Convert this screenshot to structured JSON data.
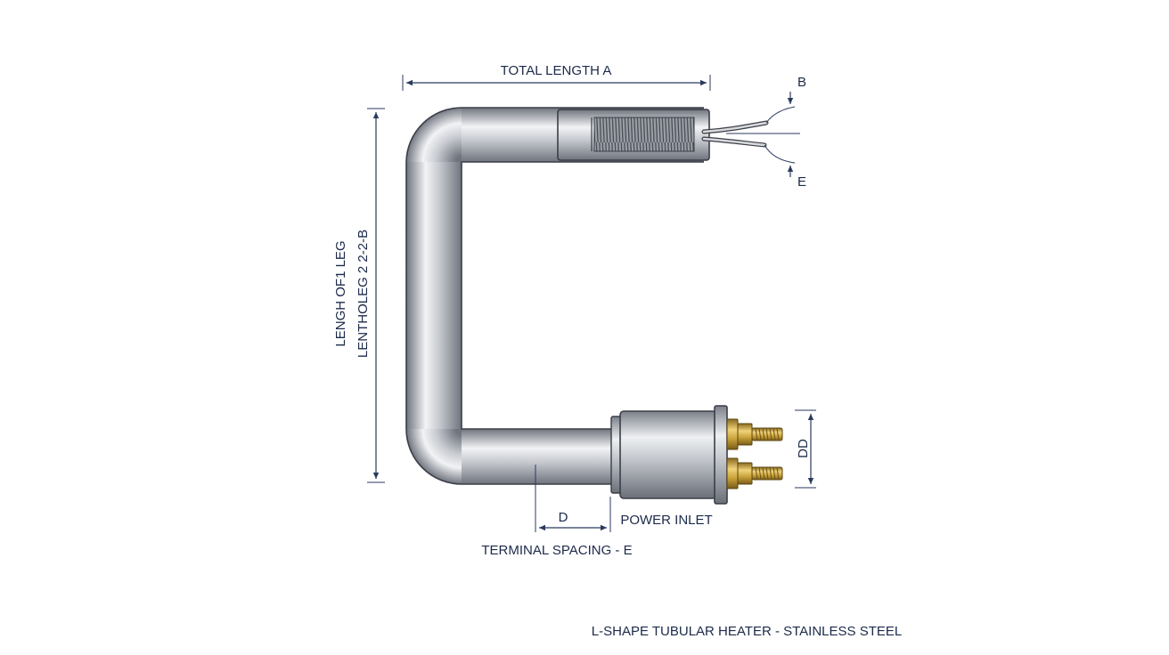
{
  "diagram": {
    "labels": {
      "total_length": "TOTAL LENGTH A",
      "dim_b": "B",
      "dim_e": "E",
      "leg_length_line1": "LENGH OF1 LEG",
      "leg_length_line2": "LENTHOLEG 2 2-2-B",
      "dim_dd": "DD",
      "dim_d": "D",
      "power_inlet": "POWER INLET",
      "terminal_spacing": "TERMINAL SPACING - E",
      "caption": "L-SHAPE TUBULAR HEATER - STAINLESS STEEL"
    },
    "colors": {
      "tube_light": "#f4f5f7",
      "tube_mid": "#b8bcc3",
      "tube_dark": "#6f747d",
      "outline": "#3a3e46",
      "brass": "#c9a23a",
      "dimension": "#2a3a5e"
    }
  }
}
